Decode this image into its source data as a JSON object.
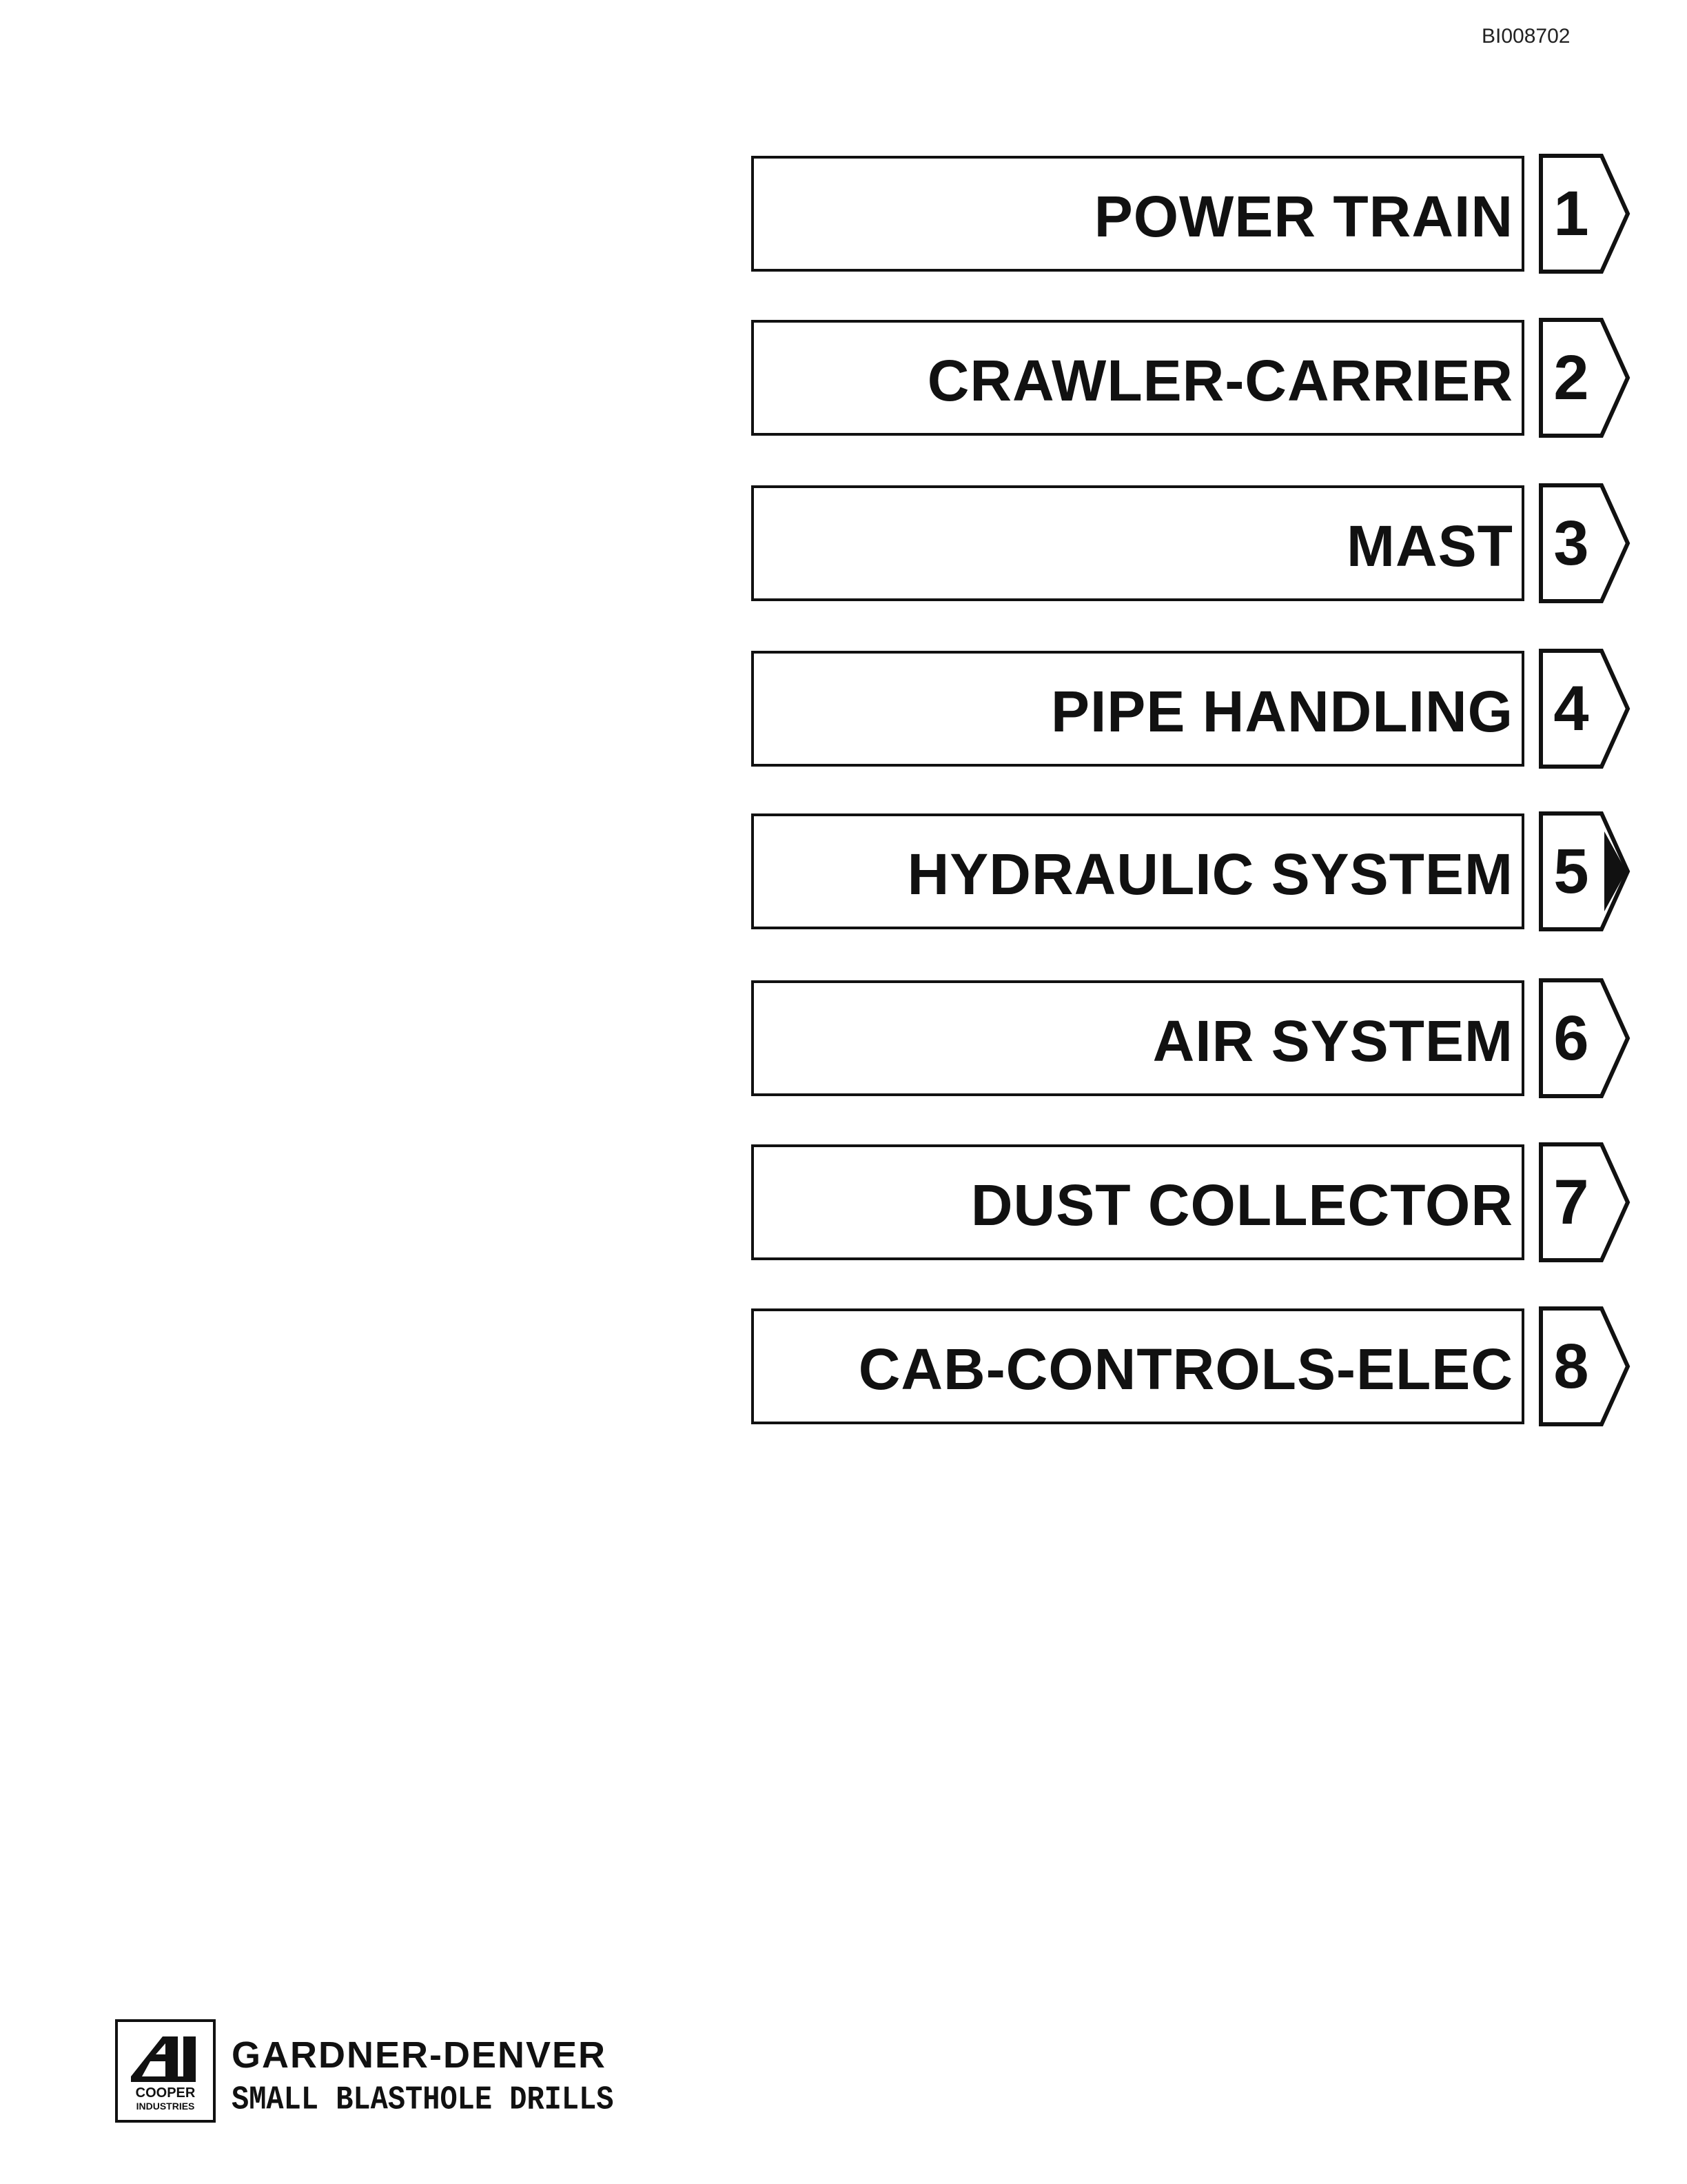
{
  "document": {
    "id": "BI008702"
  },
  "tabs": [
    {
      "label": "POWER TRAIN",
      "number": "1"
    },
    {
      "label": "CRAWLER-CARRIER",
      "number": "2"
    },
    {
      "label": "MAST",
      "number": "3"
    },
    {
      "label": "PIPE HANDLING",
      "number": "4"
    },
    {
      "label": "HYDRAULIC SYSTEM",
      "number": "5"
    },
    {
      "label": "AIR SYSTEM",
      "number": "6"
    },
    {
      "label": "DUST COLLECTOR",
      "number": "7"
    },
    {
      "label": "CAB-CONTROLS-ELEC",
      "number": "8"
    }
  ],
  "footer": {
    "logo_line1": "COOPER",
    "logo_line2": "INDUSTRIES",
    "company": "GARDNER-DENVER",
    "subtitle": "SMALL BLASTHOLE DRILLS"
  },
  "colors": {
    "ink": "#111111",
    "paper": "#ffffff"
  }
}
